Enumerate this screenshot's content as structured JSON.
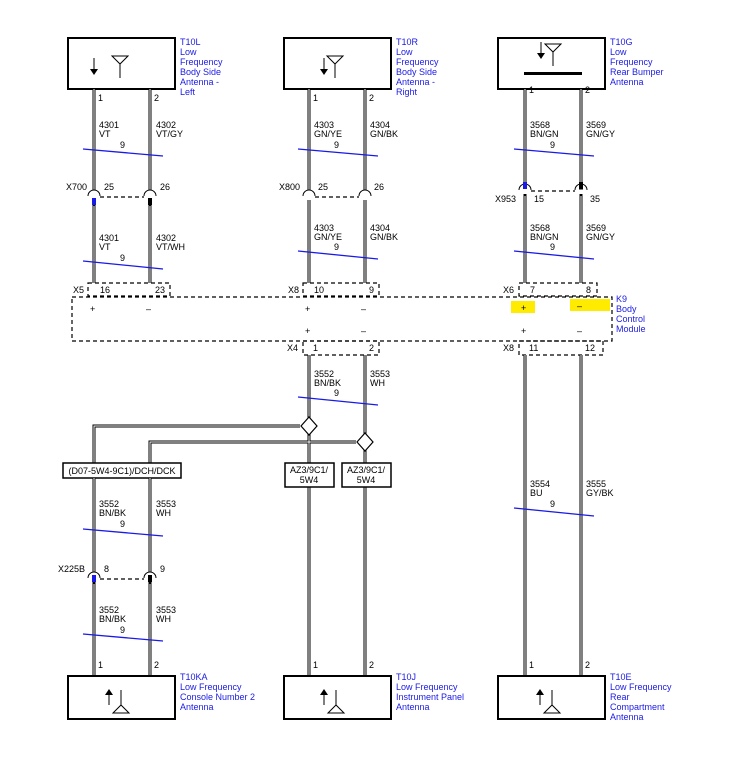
{
  "colors": {
    "label_blue": "#1a1ae6",
    "highlight": "#ffeb00",
    "wire": "#000000"
  },
  "antennas_top": [
    {
      "id": "T10L",
      "name_lines": [
        "Low",
        "Frequency",
        "Body Side",
        "Antenna -",
        "Left"
      ],
      "icon": "antenna-down-arrow-icon"
    },
    {
      "id": "T10R",
      "name_lines": [
        "Low",
        "Frequency",
        "Body Side",
        "Antenna -",
        "Right"
      ],
      "icon": "antenna-down-arrow-icon"
    },
    {
      "id": "T10G",
      "name_lines": [
        "Low",
        "Frequency",
        "Rear Bumper",
        "Antenna"
      ],
      "icon": "antenna-down-arrow-icon"
    }
  ],
  "antennas_bottom": [
    {
      "id": "T10KA",
      "name_lines": [
        "Low Frequency",
        "Console Number 2",
        "Antenna"
      ],
      "icon": "antenna-up-arrow-icon"
    },
    {
      "id": "T10J",
      "name_lines": [
        "Low Frequency",
        "Instrument Panel",
        "Antenna"
      ],
      "icon": "antenna-up-arrow-icon"
    },
    {
      "id": "T10E",
      "name_lines": [
        "Low Frequency",
        "Rear",
        "Compartment",
        "Antenna"
      ],
      "icon": "antenna-up-arrow-icon"
    }
  ],
  "pins": {
    "p1": "1",
    "p2": "2"
  },
  "wires_top": [
    {
      "a_circuit": "4301",
      "a_color": "VT",
      "b_circuit": "4302",
      "b_color": "VT/GY",
      "twist": "9"
    },
    {
      "a_circuit": "4303",
      "a_color": "GN/YE",
      "b_circuit": "4304",
      "b_color": "GN/BK",
      "twist": "9"
    },
    {
      "a_circuit": "3568",
      "a_color": "BN/GN",
      "b_circuit": "3569",
      "b_color": "GN/GY",
      "twist": "9"
    }
  ],
  "inline_connectors_top": [
    {
      "name": "X700",
      "pin_a": "25",
      "pin_b": "26"
    },
    {
      "name": "X800",
      "pin_a": "25",
      "pin_b": "26"
    },
    {
      "name": "X953",
      "pin_a": "15",
      "pin_b": "35"
    }
  ],
  "wires_mid": [
    {
      "a_circuit": "4301",
      "a_color": "VT",
      "b_circuit": "4302",
      "b_color": "VT/WH",
      "twist": "9"
    },
    {
      "a_circuit": "4303",
      "a_color": "GN/YE",
      "b_circuit": "4304",
      "b_color": "GN/BK",
      "twist": "9"
    },
    {
      "a_circuit": "3568",
      "a_color": "BN/GN",
      "b_circuit": "3569",
      "b_color": "GN/GY",
      "twist": "9"
    }
  ],
  "bcm": {
    "id": "K9",
    "name_lines": [
      "Body",
      "Control",
      "Module"
    ],
    "top_connectors": [
      {
        "name": "X5",
        "pin_a": "16",
        "pin_b": "23"
      },
      {
        "name": "X8",
        "pin_a": "10",
        "pin_b": "9"
      },
      {
        "name": "X6",
        "pin_a": "7",
        "pin_b": "8"
      }
    ],
    "bottom_connectors": [
      {
        "name": "X4",
        "pin_a": "1",
        "pin_b": "2"
      },
      {
        "name": "X8",
        "pin_a": "11",
        "pin_b": "12"
      }
    ],
    "plus": "+",
    "minus": "–"
  },
  "wires_bcm_bottom": [
    {
      "a_circuit": "3552",
      "a_color": "BN/BK",
      "b_circuit": "3553",
      "b_color": "WH",
      "twist": "9"
    },
    {
      "a_circuit": "3554",
      "a_color": "BU",
      "b_circuit": "3555",
      "b_color": "GY/BK",
      "twist": "9"
    }
  ],
  "option_boxes": [
    {
      "text": "(D07-5W4-9C1)/DCH/DCK"
    },
    {
      "line1": "AZ3/9C1/",
      "line2": "5W4"
    },
    {
      "line1": "AZ3/9C1/",
      "line2": "5W4"
    }
  ],
  "wires_console_upper": {
    "a_circuit": "3552",
    "a_color": "BN/BK",
    "b_circuit": "3553",
    "b_color": "WH",
    "twist": "9"
  },
  "inline_connector_console": {
    "name": "X225B",
    "pin_a": "8",
    "pin_b": "9"
  },
  "wires_console_lower": {
    "a_circuit": "3552",
    "a_color": "BN/BK",
    "b_circuit": "3553",
    "b_color": "WH",
    "twist": "9"
  }
}
